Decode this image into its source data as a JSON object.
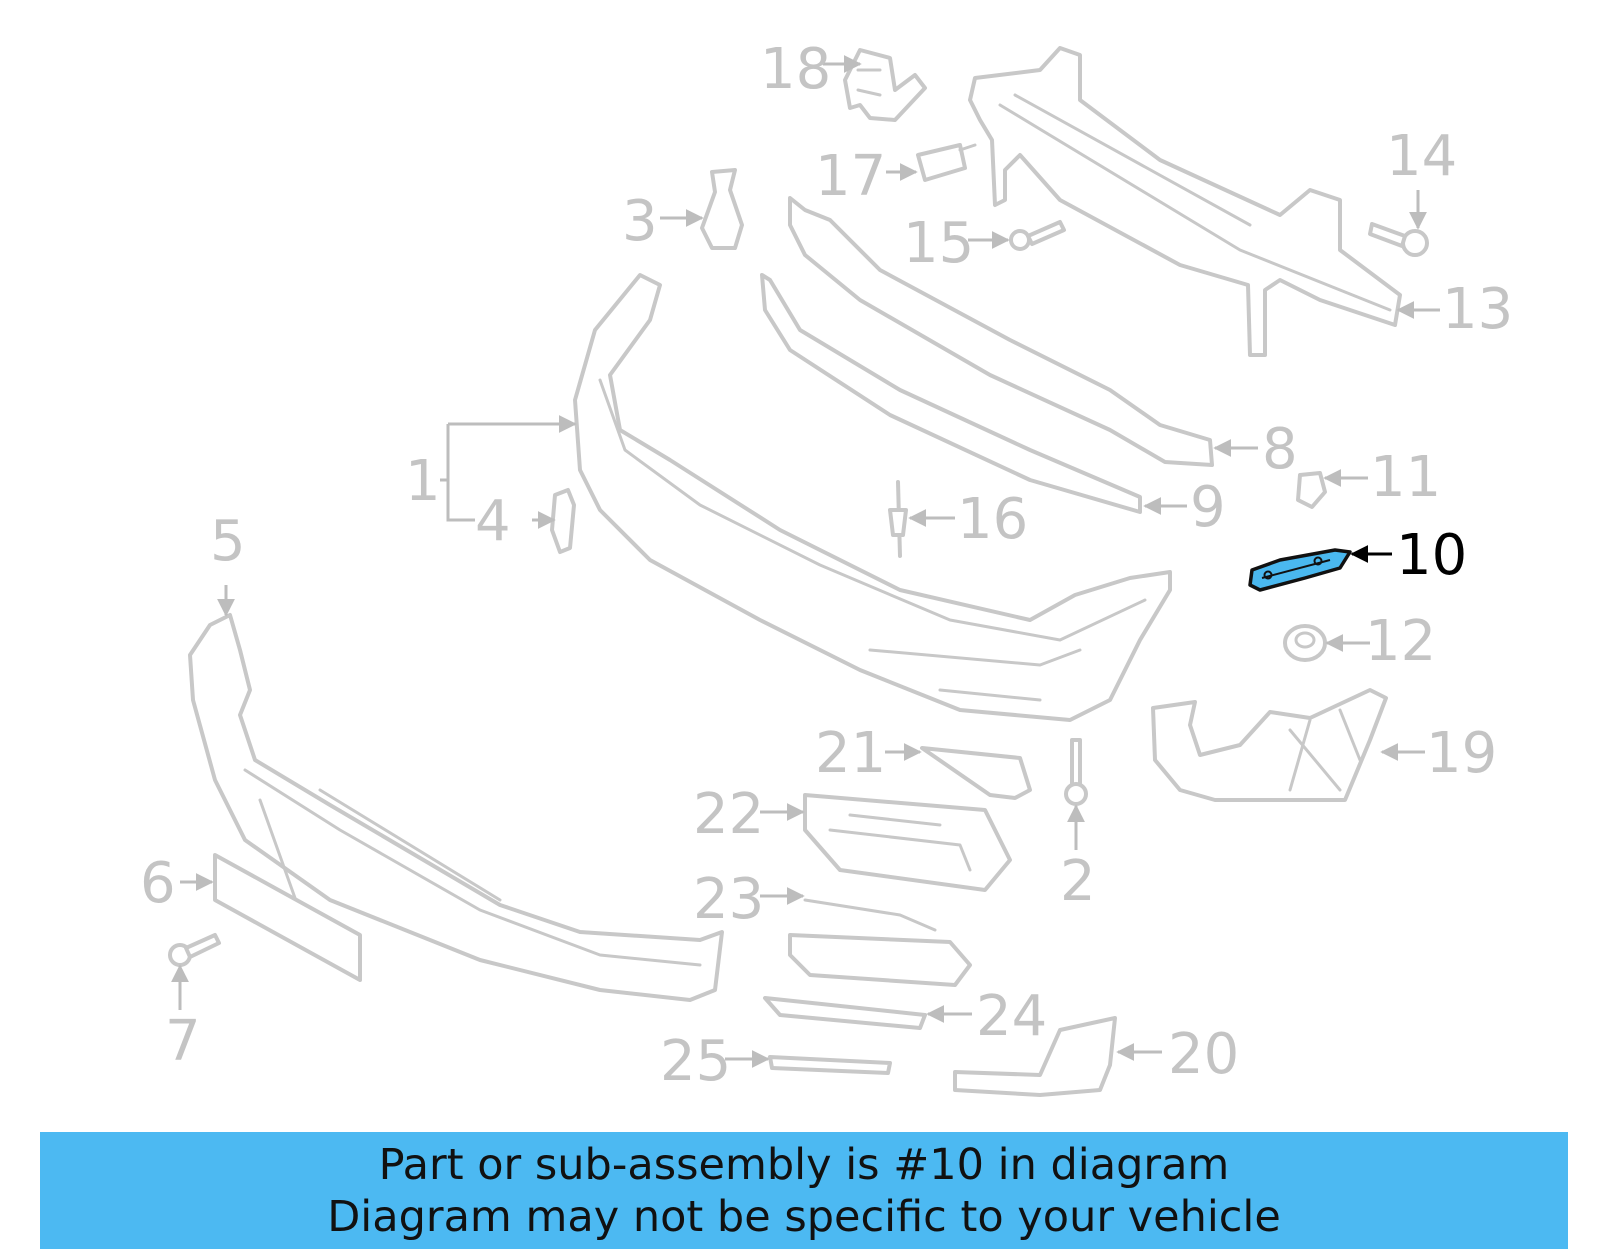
{
  "highlight_color": "#4cb9f2",
  "highlighted_part": "10",
  "callouts": {
    "c1": "1",
    "c2": "2",
    "c3": "3",
    "c4": "4",
    "c5": "5",
    "c6": "6",
    "c7": "7",
    "c8": "8",
    "c9": "9",
    "c10": "10",
    "c11": "11",
    "c12": "12",
    "c13": "13",
    "c14": "14",
    "c15": "15",
    "c16": "16",
    "c17": "17",
    "c18": "18",
    "c19": "19",
    "c20": "20",
    "c21": "21",
    "c22": "22",
    "c23": "23",
    "c24": "24",
    "c25": "25"
  },
  "banner": {
    "line1": "Part or sub-assembly is #10 in diagram",
    "line2": "Diagram may not be specific to your vehicle"
  }
}
